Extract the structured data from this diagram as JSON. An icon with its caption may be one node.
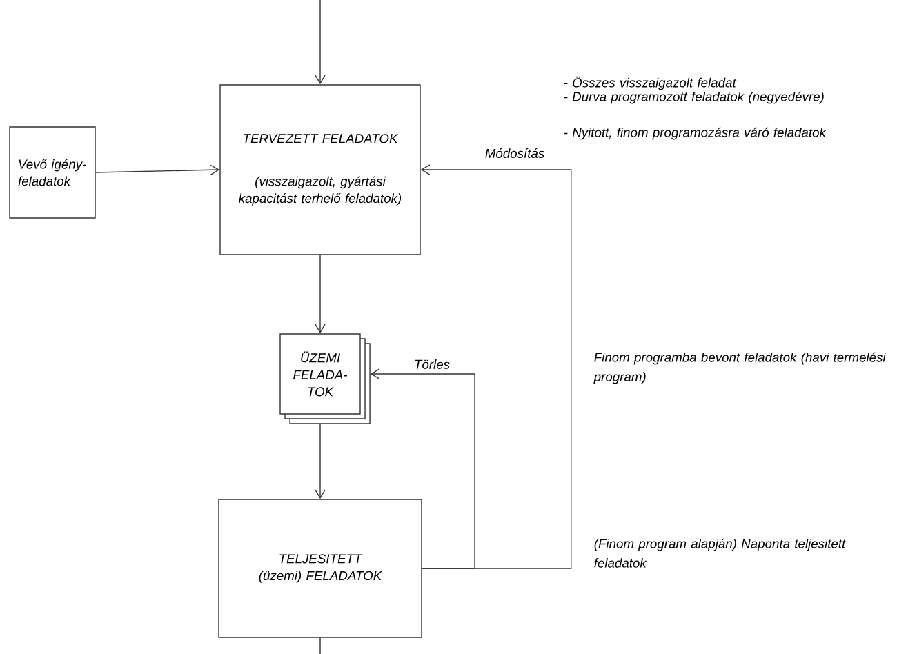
{
  "diagram": {
    "nodes": [
      {
        "text": [
          "Vevő igény-feladatok"
        ]
      },
      {
        "text": [
          "TERVEZETT FELADATOK",
          "(visszaigazolt, gyártási kapacitást terhelő feladatok)"
        ]
      },
      {
        "text": [
          "ÜZEMI FELADA-TOK"
        ]
      },
      {
        "text": [
          "TELJESITETT (üzemi) FELADATOK"
        ]
      }
    ],
    "edges": [
      {
        "from": null,
        "to": 1,
        "arrow": "to"
      },
      {
        "from": 0,
        "to": 1,
        "arrow": "to"
      },
      {
        "from": 1,
        "to": 2,
        "arrow": "to"
      },
      {
        "from": 2,
        "to": 3,
        "arrow": "to"
      },
      {
        "from": 3,
        "to": 1,
        "arrow": "to",
        "label": "Módosítás"
      },
      {
        "from": 3,
        "to": 2,
        "arrow": "to",
        "label": "Törles"
      },
      {
        "from": 3,
        "to": null,
        "arrow": "none"
      }
    ],
    "labels": [
      "- Összes visszaigazolt feladat",
      "- Durva programozott feladatok (negyedévre)",
      "- Nyitott, finom programozásra váró feladatok",
      "Finom programba bevont feladatok (havi termelési program)",
      "(Finom program alapján) Naponta teljesitett feladatok"
    ]
  }
}
